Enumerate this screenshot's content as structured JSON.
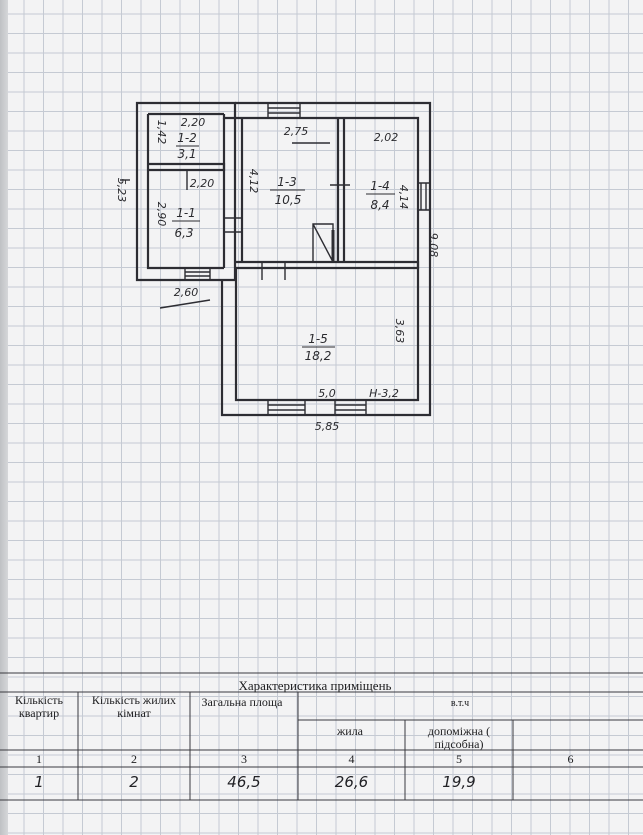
{
  "plan": {
    "rooms": [
      {
        "id": "1-1",
        "area": "6,3"
      },
      {
        "id": "1-2",
        "area": "3,1"
      },
      {
        "id": "1-3",
        "area": "10,5"
      },
      {
        "id": "1-4",
        "area": "8,4"
      },
      {
        "id": "1-5",
        "area": "18,2"
      }
    ],
    "dimensions": {
      "d_220_top": "2,20",
      "d_142": "1,42",
      "d_220_mid": "2,20",
      "d_523": "5,23",
      "d_290": "2,90",
      "d_260": "2,60",
      "d_275": "2,75",
      "d_202": "2,02",
      "d_412": "4,12",
      "d_414": "4,14",
      "d_908": "9,08",
      "d_363": "3,63",
      "d_50": "5,0",
      "d_585": "5,85",
      "height_note": "Н-3,2"
    }
  },
  "table": {
    "title": "Характеристика приміщень",
    "headers": {
      "apartments": "Кількість квартир",
      "living_rooms": "Кількість жилих кімнат",
      "total_area": "Загальна площа",
      "including": "в.т.ч",
      "living": "жила",
      "auxiliary": "допоміжна ( підсобна)"
    },
    "column_numbers": [
      "1",
      "2",
      "3",
      "4",
      "5",
      "6"
    ],
    "values": {
      "apartments": "1",
      "living_rooms": "2",
      "total_area": "46,5",
      "living": "26,6",
      "auxiliary": "19,9"
    }
  }
}
